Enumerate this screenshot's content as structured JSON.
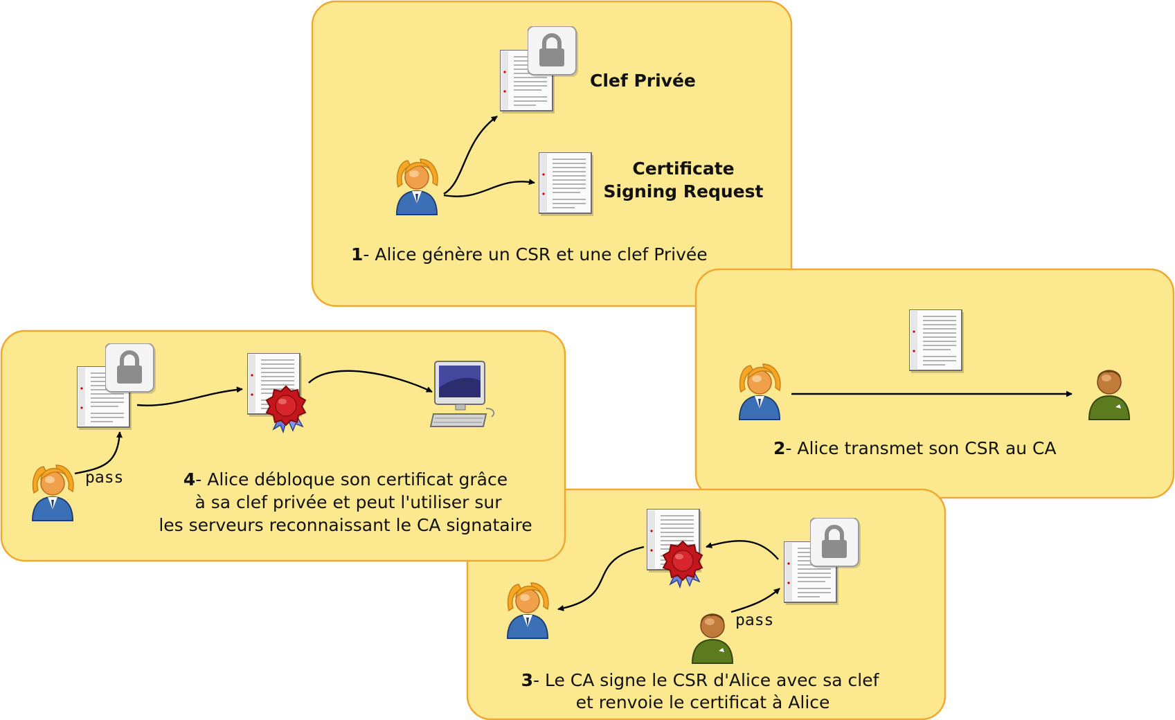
{
  "step1": {
    "number": "1",
    "caption": "- Alice génère un CSR et une clef Privée",
    "private_key_label": "Clef Privée",
    "csr_label_line1": "Certificate",
    "csr_label_line2": "Signing Request"
  },
  "step2": {
    "number": "2",
    "caption": "- Alice transmet son CSR au CA"
  },
  "step3": {
    "number": "3",
    "caption_line1": "- Le CA signe le CSR d'Alice avec sa clef",
    "caption_line2": "et renvoie le certificat à Alice",
    "pass_label": "pass"
  },
  "step4": {
    "number": "4",
    "caption_line1": "- Alice débloque son certificat grâce",
    "caption_line2": "à sa clef privée et peut l'utiliser sur",
    "caption_line3": "les serveurs reconnaissant le CA signataire",
    "pass_label": "pass"
  },
  "colors": {
    "panel_fill": "#fce98f",
    "panel_border": "#f0a830",
    "alice_shirt": "#3b6fb6",
    "alice_hair": "#f5a623",
    "ca_shirt": "#5c7a1e",
    "seal": "#c4161c"
  }
}
